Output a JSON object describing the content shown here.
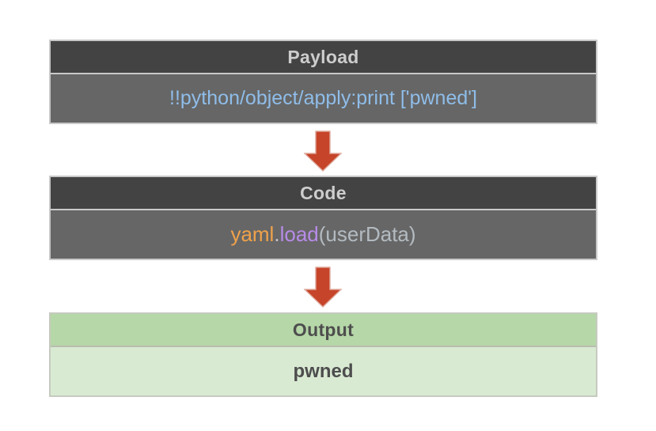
{
  "diagram": {
    "payload_box": {
      "title": "Payload",
      "content": "!!python/object/apply:print ['pwned']"
    },
    "code_box": {
      "title": "Code",
      "segments": [
        {
          "text": "yaml",
          "color": "#f0a24a"
        },
        {
          "text": ".",
          "color": "#c9c3ce"
        },
        {
          "text": "load",
          "color": "#b78be8"
        },
        {
          "text": "(userData)",
          "color": "#b3bbc1"
        }
      ]
    },
    "output_box": {
      "title": "Output",
      "content": "pwned"
    },
    "icons": {
      "arrow": "down-block-arrow"
    },
    "colors": {
      "dark_header_bg": "#434343",
      "dark_body_bg": "#666666",
      "green_header_bg": "#b6d7a8",
      "green_body_bg": "#d9ead3",
      "box_border": "#c9c9c9",
      "header_text_light": "#cdcdcd",
      "output_text_dark": "#4d4d4d",
      "payload_text_blue": "#8fbde9",
      "arrow_red": "#c6442a"
    }
  }
}
